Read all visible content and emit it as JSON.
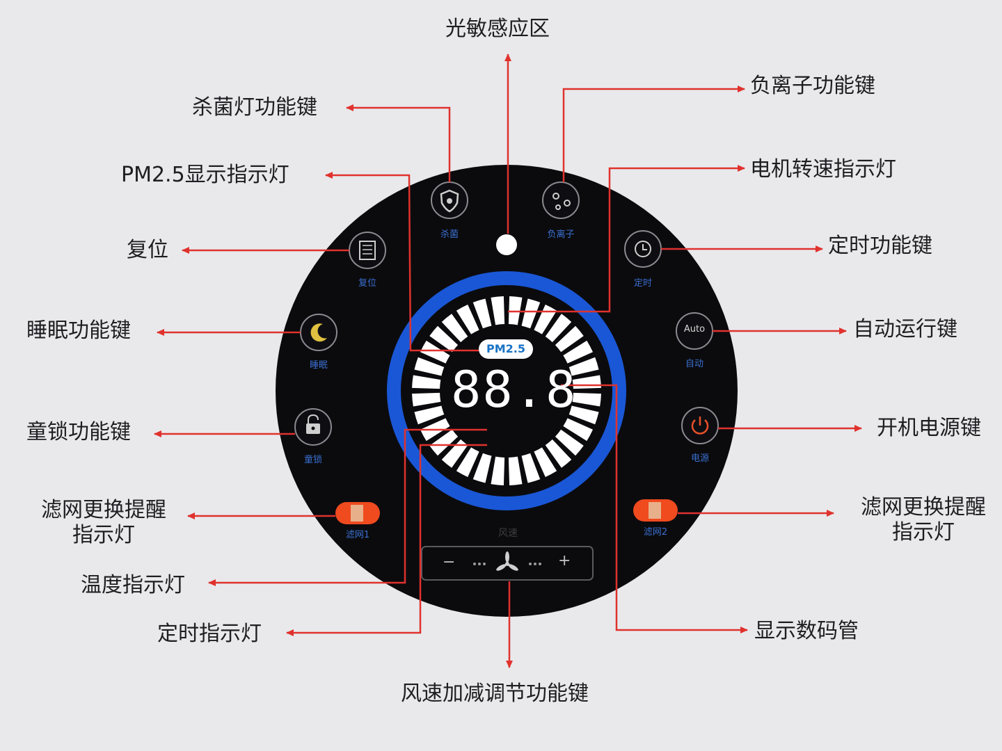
{
  "labels": {
    "light_sensor": "光敏感应区",
    "uv_lamp_key": "杀菌灯功能键",
    "anion_key": "负离子功能键",
    "pm25_indicator": "PM2.5显示指示灯",
    "motor_speed_indicator": "电机转速指示灯",
    "reset": "复位",
    "timer_key": "定时功能键",
    "sleep_key": "睡眠功能键",
    "auto_key": "自动运行键",
    "child_lock_key": "童锁功能键",
    "power_key": "开机电源键",
    "filter_left_line1": "滤网更换提醒",
    "filter_left_line2": "指示灯",
    "filter_right_line1": "滤网更换提醒",
    "filter_right_line2": "指示灯",
    "temp_indicator": "温度指示灯",
    "timer_indicator": "定时指示灯",
    "display_tube": "显示数码管",
    "fan_speed_key": "风速加减调节功能键"
  },
  "panel": {
    "pm_badge": "PM2.5",
    "display_value": "88.8",
    "auto_text": "Auto",
    "speed_caption": "风速",
    "minus": "−",
    "plus": "+",
    "captions": {
      "uv": "杀菌",
      "anion": "负离子",
      "reset": "复位",
      "timer": "定时",
      "sleep": "睡眠",
      "auto": "自动",
      "lock": "童锁",
      "power": "电源",
      "filter1": "滤网1",
      "filter2": "滤网2"
    }
  },
  "colors": {
    "arrow": "#e0322d",
    "panel": "#0b0b0e",
    "ring": "#1a57d6",
    "filter_led": "#f04a1f",
    "power_icon": "#e8502a"
  }
}
